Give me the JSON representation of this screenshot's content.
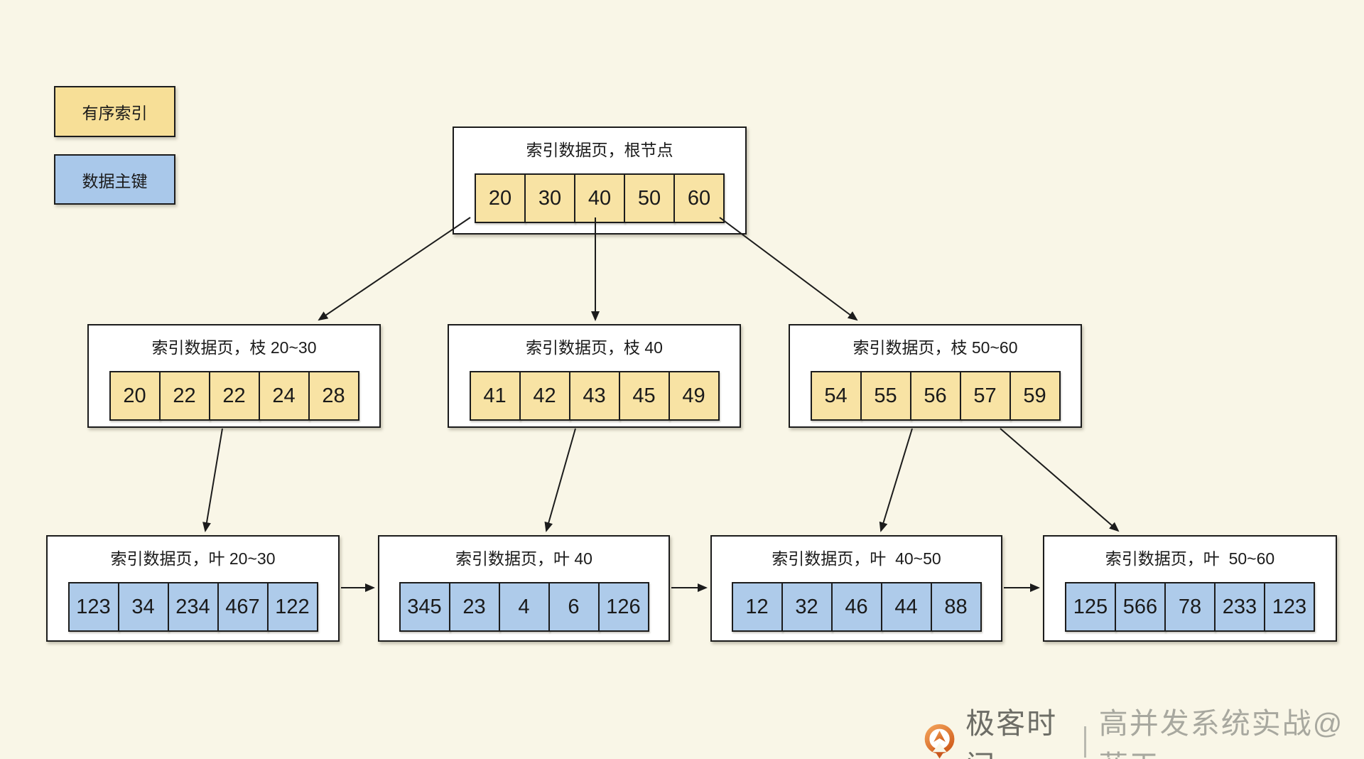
{
  "legend": {
    "index_label": "有序索引",
    "key_label": "数据主键"
  },
  "nodes": {
    "root": {
      "title": "索引数据页，根节点",
      "cells": [
        "20",
        "30",
        "40",
        "50",
        "60"
      ]
    },
    "branch1": {
      "title": "索引数据页，枝 20~30",
      "cells": [
        "20",
        "22",
        "22",
        "24",
        "28"
      ]
    },
    "branch2": {
      "title": "索引数据页，枝 40",
      "cells": [
        "41",
        "42",
        "43",
        "45",
        "49"
      ]
    },
    "branch3": {
      "title": "索引数据页，枝 50~60",
      "cells": [
        "54",
        "55",
        "56",
        "57",
        "59"
      ]
    },
    "leaf1": {
      "title": "索引数据页，叶 20~30",
      "cells": [
        "123",
        "34",
        "234",
        "467",
        "122"
      ]
    },
    "leaf2": {
      "title": "索引数据页，叶 40",
      "cells": [
        "345",
        "23",
        "4",
        "6",
        "126"
      ]
    },
    "leaf3": {
      "title": "索引数据页，叶  40~50",
      "cells": [
        "12",
        "32",
        "46",
        "44",
        "88"
      ]
    },
    "leaf4": {
      "title": "索引数据页，叶  50~60",
      "cells": [
        "125",
        "566",
        "78",
        "233",
        "123"
      ]
    }
  },
  "footer": {
    "brand": "极客时间",
    "subtitle": "高并发系统实战@蓝天"
  },
  "colors": {
    "background": "#f9f6e7",
    "box_border": "#1c1c1c",
    "index_cell_fill": "#f8e3a4",
    "key_cell_fill": "#aecbea",
    "legend_index_fill": "#f7df97",
    "legend_key_fill": "#a9c8ea",
    "logo_orange": "#d2601f",
    "brand_text": "#6d6d66",
    "subtitle_text": "#a8a89f"
  }
}
